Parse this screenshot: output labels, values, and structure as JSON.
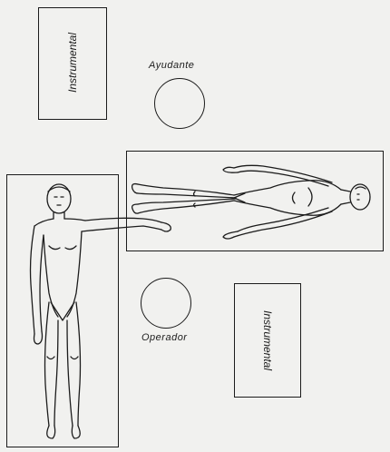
{
  "labels": {
    "instrumental_top": "Instrumental",
    "ayudante": "Ayudante",
    "operador": "Operador",
    "instrumental_bottom": "Instrumental"
  }
}
